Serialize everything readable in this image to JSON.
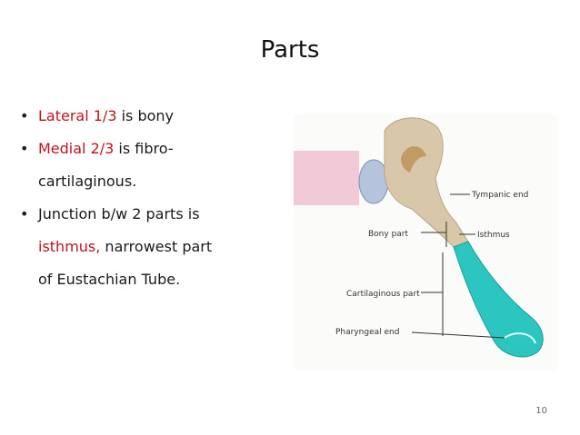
{
  "slide": {
    "title": "Parts",
    "page_number": "10"
  },
  "bullets": [
    {
      "highlight": "Lateral 1/3",
      "text": " is bony"
    },
    {
      "highlight": "Medial 2/3",
      "text": " is fibro-"
    },
    {
      "continuation": "cartilaginous."
    },
    {
      "text": "Junction b/w 2 parts is"
    },
    {
      "highlight": "isthmus,",
      "text": " narrowest part"
    },
    {
      "continuation": "of Eustachian Tube."
    }
  ],
  "figure_labels": {
    "tympanic_end": "Tympanic end",
    "bony_part": "Bony part",
    "isthmus": "Isthmus",
    "cartilaginous_part": "Cartilaginous part",
    "pharyngeal_end": "Pharyngeal end"
  },
  "colors": {
    "accent_red": "#c0141c",
    "cartilage_teal": "#2cc6c0",
    "bone": "#d8c7a8"
  }
}
